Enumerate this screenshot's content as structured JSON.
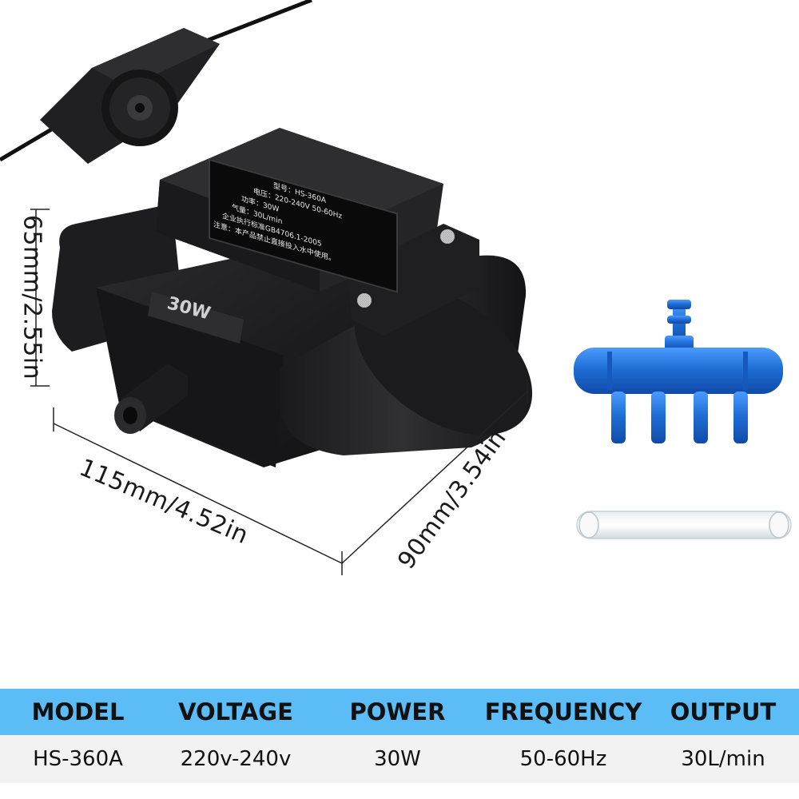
{
  "product": {
    "panel_label": "30W",
    "nameplate_lines": [
      "型号：HS-360A",
      "电压：220-240V  50-60Hz",
      "功率：30W",
      "气量：30L/min",
      "企业执行标准GB4706.1-2005",
      "注意：本产品禁止直接投入水中使用。"
    ]
  },
  "dimensions": {
    "height": "65mm/2.55in",
    "width": "115mm/4.52in",
    "depth": "90mm/3.54in"
  },
  "specs": {
    "headers": [
      "MODEL",
      "VOLTAGE",
      "POWER",
      "FREQUENCY",
      "OUTPUT"
    ],
    "values": [
      "HS-360A",
      "220v-240v",
      "30W",
      "50-60Hz",
      "30L/min"
    ]
  },
  "colors": {
    "header_bg": "#5cbcf5",
    "value_bg": "#f2f2f2",
    "pump_body": "#1c1c1e",
    "manifold": "#1f6fd6"
  }
}
